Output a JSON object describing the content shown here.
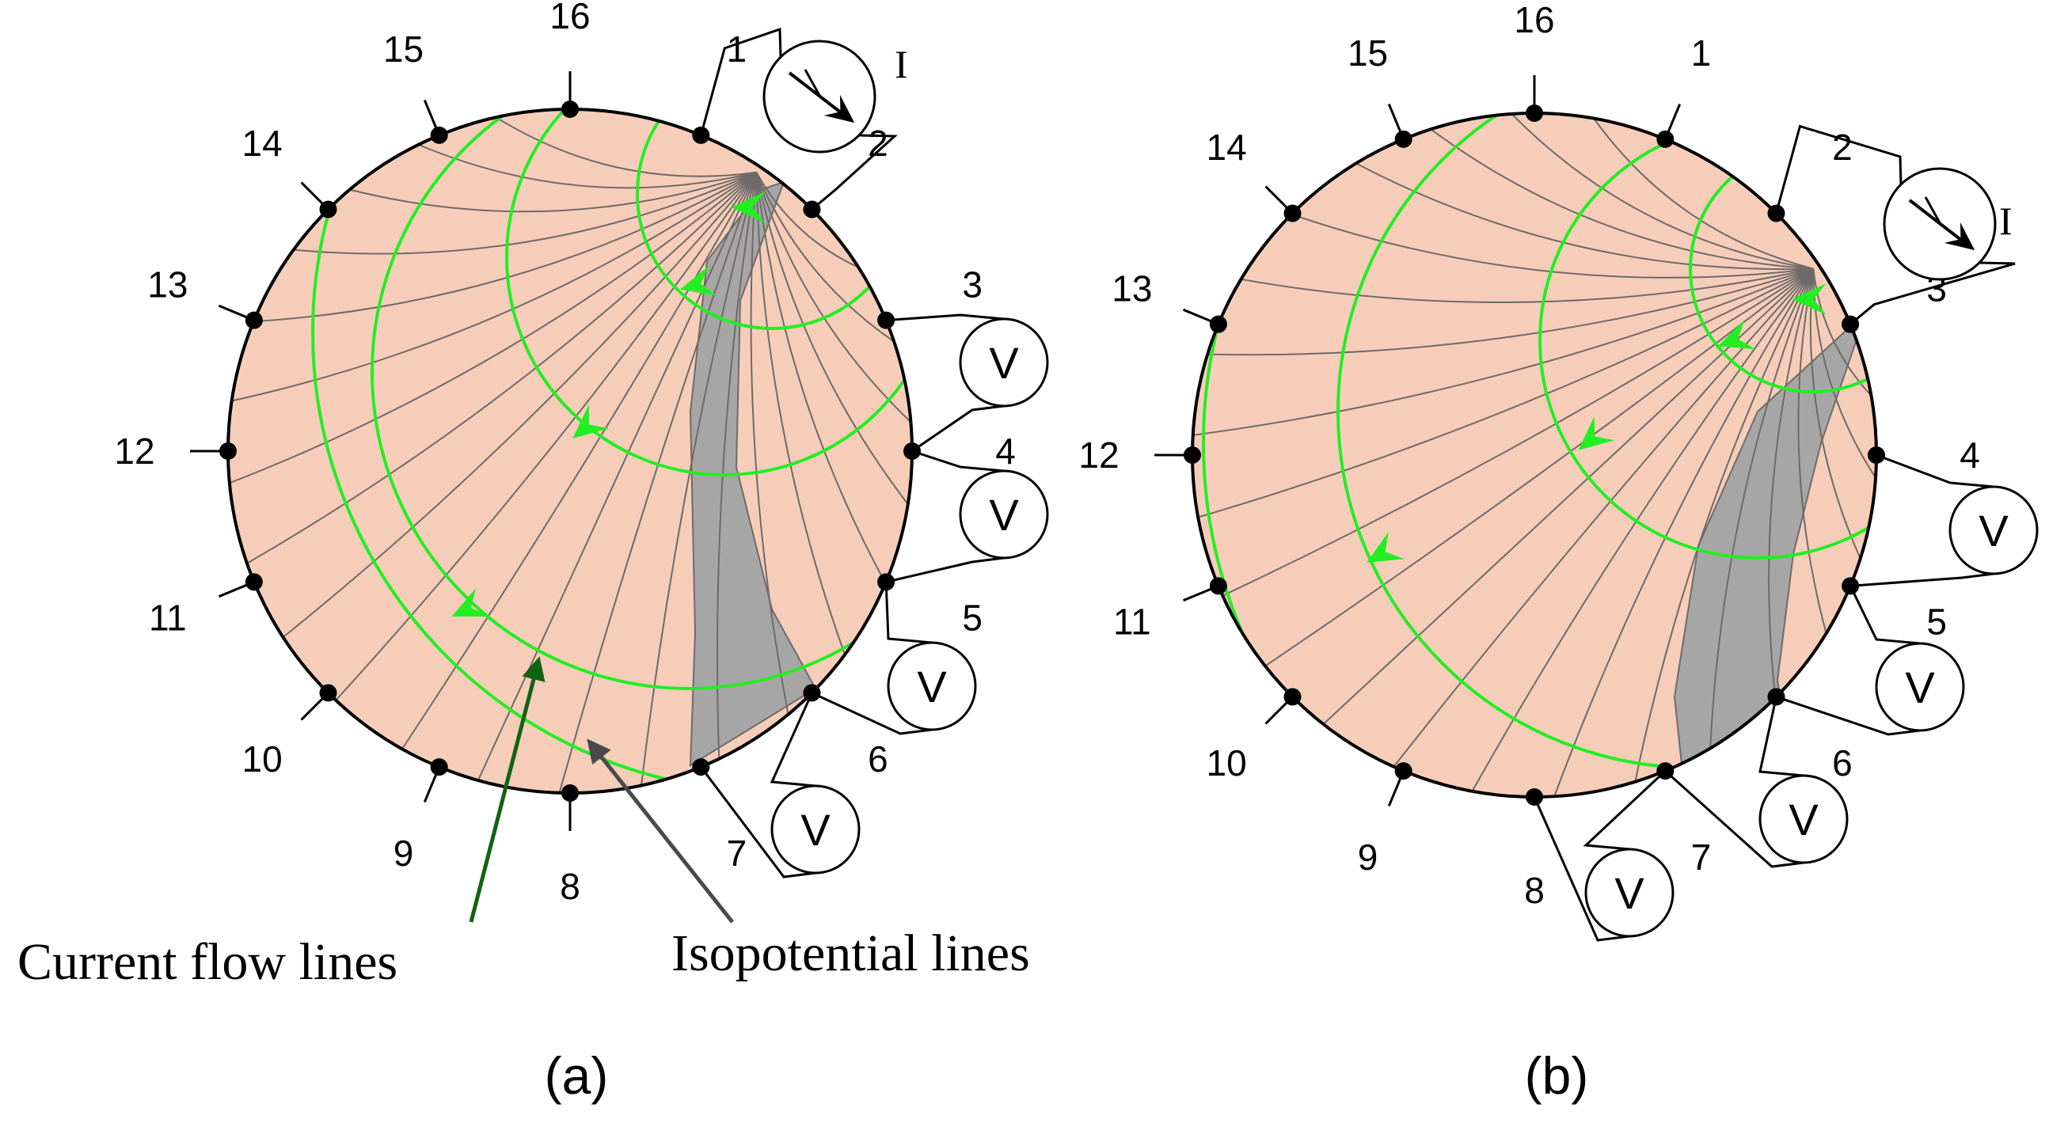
{
  "panels": [
    {
      "id": "a",
      "caption": "(a)",
      "current_source_label": "I",
      "voltmeter_label": "V",
      "electrode_labels": [
        "1",
        "2",
        "3",
        "4",
        "5",
        "6",
        "7",
        "8",
        "9",
        "10",
        "11",
        "12",
        "13",
        "14",
        "15",
        "16"
      ],
      "current_electrodes": [
        "1",
        "2"
      ],
      "voltage_pairs": [
        [
          "3",
          "4"
        ],
        [
          "4",
          "5"
        ],
        [
          "5",
          "6"
        ],
        [
          "6",
          "7"
        ]
      ]
    },
    {
      "id": "b",
      "caption": "(b)",
      "current_source_label": "I",
      "voltmeter_label": "V",
      "electrode_labels": [
        "1",
        "2",
        "3",
        "4",
        "5",
        "6",
        "7",
        "8",
        "9",
        "10",
        "11",
        "12",
        "13",
        "14",
        "15",
        "16"
      ],
      "current_electrodes": [
        "2",
        "3"
      ],
      "voltage_pairs": [
        [
          "4",
          "5"
        ],
        [
          "5",
          "6"
        ],
        [
          "6",
          "7"
        ],
        [
          "7",
          "8"
        ]
      ]
    }
  ],
  "annotations": {
    "current_flow_lines": "Current flow lines",
    "isopotential_lines": "Isopotential lines"
  },
  "colors": {
    "domain_fill": "#f5cdb9",
    "isopotential_line": "#6f6a68",
    "current_line": "#22ee22",
    "shaded_region": "#a7a6a6",
    "outline": "#000000",
    "current_arrow_annot": "#126412",
    "isopotential_arrow_annot": "#4a4a4a"
  }
}
